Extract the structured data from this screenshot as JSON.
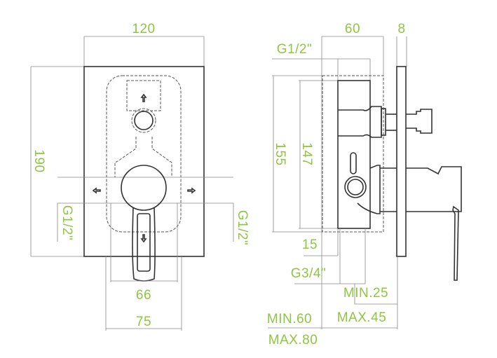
{
  "accent_color": "#8dc63f",
  "front_view": {
    "width": "120",
    "height": "190",
    "inlet_left": "G1/2\"",
    "inlet_right": "G1/2\"",
    "inner_width": "66",
    "box_width": "75"
  },
  "side_view": {
    "depth": "60",
    "plate_thickness": "8",
    "top_outlet": "G1/2\"",
    "box_height": "155",
    "body_height": "147",
    "offset": "15",
    "bottom_outlet": "G3/4\"",
    "wall_min": "MIN.25",
    "wall_max": "MAX.45",
    "install_min": "MIN.60",
    "install_max": "MAX.80"
  }
}
